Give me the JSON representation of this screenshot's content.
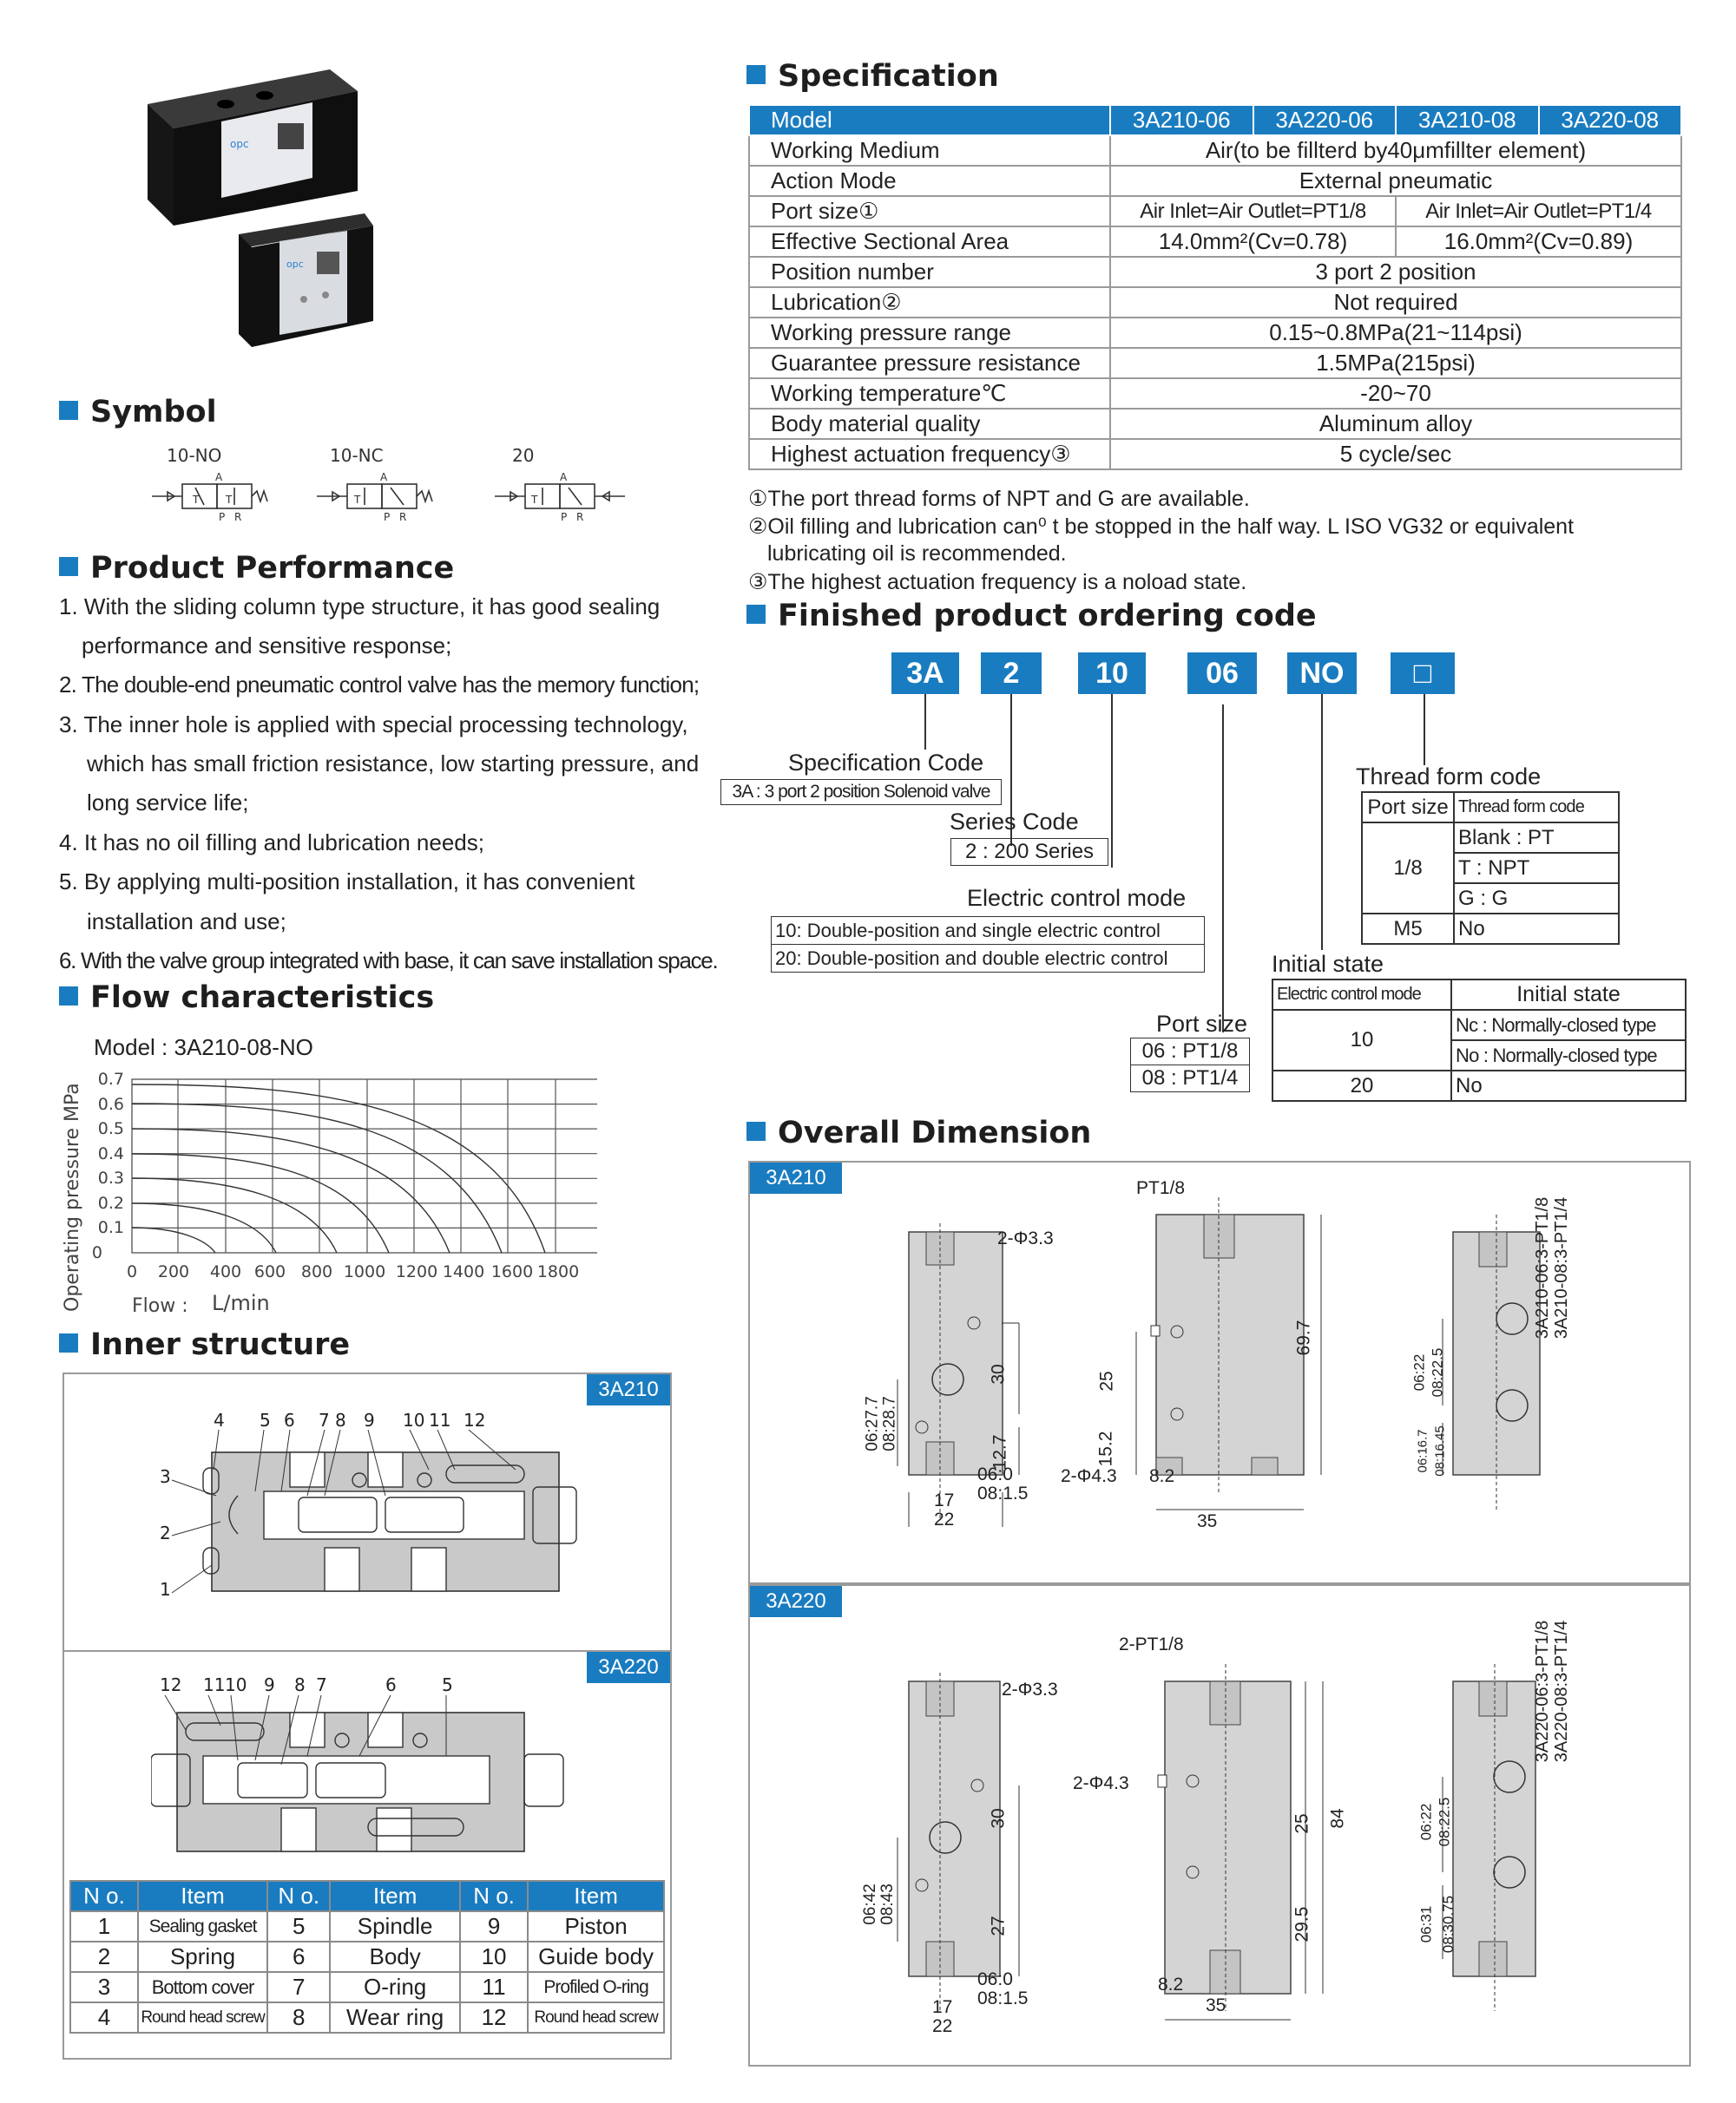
{
  "sections": {
    "symbol": "Symbol",
    "performance": "Product Performance",
    "flow": "Flow characteristics",
    "inner": "Inner structure",
    "spec": "Specification",
    "ordering": "Finished product ordering code",
    "dimension": "Overall Dimension"
  },
  "symbols": [
    "10-NO",
    "10-NC",
    "20"
  ],
  "symbol_ports": {
    "a": "A",
    "p": "P",
    "r": "R",
    "t": "T"
  },
  "performance": [
    "1. With the sliding column type structure, it has good sealing",
    "performance and sensitive response;",
    "2. The double-end pneumatic control valve has the memory function;",
    "3. The inner hole is applied with special processing technology,",
    "which has small friction resistance, low starting pressure, and",
    "long service life;",
    "4. It has no oil filling and lubrication needs;",
    "5. By applying multi-position installation, it has convenient",
    "installation and use;",
    "6. With the valve group integrated with base, it can save installation space."
  ],
  "flow": {
    "model": "Model : 3A210-08-NO",
    "ylabel": "Operating pressure MPa",
    "xlabel": "Flow :",
    "xunit": "L/min",
    "yticks": [
      "0.7",
      "0.6",
      "0.5",
      "0.4",
      "0.3",
      "0.2",
      "0.1",
      "0"
    ],
    "xticks": [
      "0",
      "200",
      "400",
      "600",
      "800",
      "1000",
      "1200",
      "1400",
      "1600",
      "1800"
    ]
  },
  "spec": {
    "header": [
      "Model",
      "3A210-06",
      "3A220-06",
      "3A210-08",
      "3A220-08"
    ],
    "rows": [
      {
        "k": "Working Medium",
        "v": "Air(to be fillterd by40μmfillter element)"
      },
      {
        "k": "Action Mode",
        "v": "External pneumatic"
      },
      {
        "k": "Port size①",
        "v1": "Air Inlet=Air Outlet=PT1/8",
        "v2": "Air Inlet=Air Outlet=PT1/4"
      },
      {
        "k": "Effective Sectional Area",
        "v1": "14.0mm²(Cv=0.78)",
        "v2": "16.0mm²(Cv=0.89)"
      },
      {
        "k": "Position number",
        "v": "3 port 2 position"
      },
      {
        "k": "Lubrication②",
        "v": "Not required"
      },
      {
        "k": "Working pressure range",
        "v": "0.15~0.8MPa(21~114psi)"
      },
      {
        "k": "Guarantee pressure resistance",
        "v": "1.5MPa(215psi)"
      },
      {
        "k": "Working temperature℃",
        "v": "-20~70"
      },
      {
        "k": "Body material quality",
        "v": "Aluminum alloy"
      },
      {
        "k": "Highest actuation frequency③",
        "v": "5 cycle/sec"
      }
    ],
    "notes": [
      "①The port thread forms of NPT and G are available.",
      "②Oil filling and lubrication can⁰ t be stopped in the half way. L ISO VG32 or equivalent",
      "lubricating oil is recommended.",
      "③The highest actuation frequency is a noload state."
    ]
  },
  "ordering": {
    "codes": [
      "3A",
      "2",
      "10",
      "06",
      "NO",
      "□"
    ],
    "spec_code": "Specification Code",
    "spec_code_val": "3A : 3 port 2 position Solenoid valve",
    "series_code": "Series Code",
    "series_code_val": "2 : 200 Series",
    "electric": "Electric control mode",
    "electric_vals": [
      "10: Double-position and single electric control",
      "20: Double-position and double electric control"
    ],
    "port_size": "Port size",
    "port_vals": [
      "06 : PT1/8",
      "08 : PT1/4"
    ],
    "thread": "Thread form code",
    "thread_hdr": [
      "Port size",
      "Thread form code"
    ],
    "thread_rows": [
      [
        "1/8",
        "Blank : PT"
      ],
      [
        "",
        "T : NPT"
      ],
      [
        "",
        "G : G"
      ],
      [
        "M5",
        "No"
      ]
    ],
    "initial": "Initial state",
    "initial_hdr": [
      "Electric control mode",
      "Initial state"
    ],
    "initial_rows": [
      [
        "10",
        "Nc : Normally-closed type"
      ],
      [
        "",
        "No : Normally-closed type"
      ],
      [
        "20",
        "No"
      ]
    ]
  },
  "inner": {
    "tag1": "3A210",
    "tag2": "3A220",
    "nums_top": [
      "4",
      "5",
      "6",
      "7",
      "8",
      "9",
      "10",
      "11",
      "12"
    ],
    "nums_left": [
      "3",
      "2",
      "1"
    ],
    "nums_bottom": [
      "12",
      "11",
      "10",
      "9",
      "8",
      "7",
      "6",
      "5"
    ],
    "table_hdr": [
      "N o.",
      "Item",
      "N o.",
      "Item",
      "N o.",
      "Item"
    ],
    "table_rows": [
      [
        "1",
        "Sealing gasket",
        "5",
        "Spindle",
        "9",
        "Piston"
      ],
      [
        "2",
        "Spring",
        "6",
        "Body",
        "10",
        "Guide body"
      ],
      [
        "3",
        "Bottom cover",
        "7",
        "O-ring",
        "11",
        "Profiled O-ring"
      ],
      [
        "4",
        "Round head screw",
        "8",
        "Wear ring",
        "12",
        "Round head screw"
      ]
    ]
  },
  "dimension": {
    "tag1": "3A210",
    "tag2": "3A220",
    "d1": {
      "hole_small": "2-Φ3.3",
      "hole_big": "2-Φ4.3",
      "port": "PT1/8",
      "h_total": "69.7",
      "h30": "30",
      "h12": "12.7",
      "h25": "25",
      "h15": "15.2",
      "w17": "17",
      "w22": "22",
      "w35": "35",
      "w8": "8.2",
      "p06": "06:0",
      "p08": "08:1.5",
      "l06": "06:27.7",
      "l08": "08:28.7",
      "s06": "06:22",
      "s08": "08:22.5",
      "b06": "06:16.7",
      "b08": "08:16.45",
      "side1": "3A210-06:3-PT1/8",
      "side2": "3A210-08:3-PT1/4"
    },
    "d2": {
      "hole_small": "2-Φ3.3",
      "hole_big": "2-Φ4.3",
      "port": "2-PT1/8",
      "h_total": "84",
      "h30": "30",
      "h27": "27",
      "h25": "25",
      "h29": "29.5",
      "w17": "17",
      "w22": "22",
      "w35": "35",
      "w8": "8.2",
      "p06": "06:0",
      "p08": "08:1.5",
      "l06": "06:42",
      "l08": "08:43",
      "s06": "06:22",
      "s08": "08:22.5",
      "b06": "06:31",
      "b08": "08:30.75",
      "side1": "3A220-06:3-PT1/8",
      "side2": "3A220-08:3-PT1/4"
    }
  },
  "colors": {
    "accent": "#1a7cc0",
    "panel": "#d4d4d4"
  }
}
